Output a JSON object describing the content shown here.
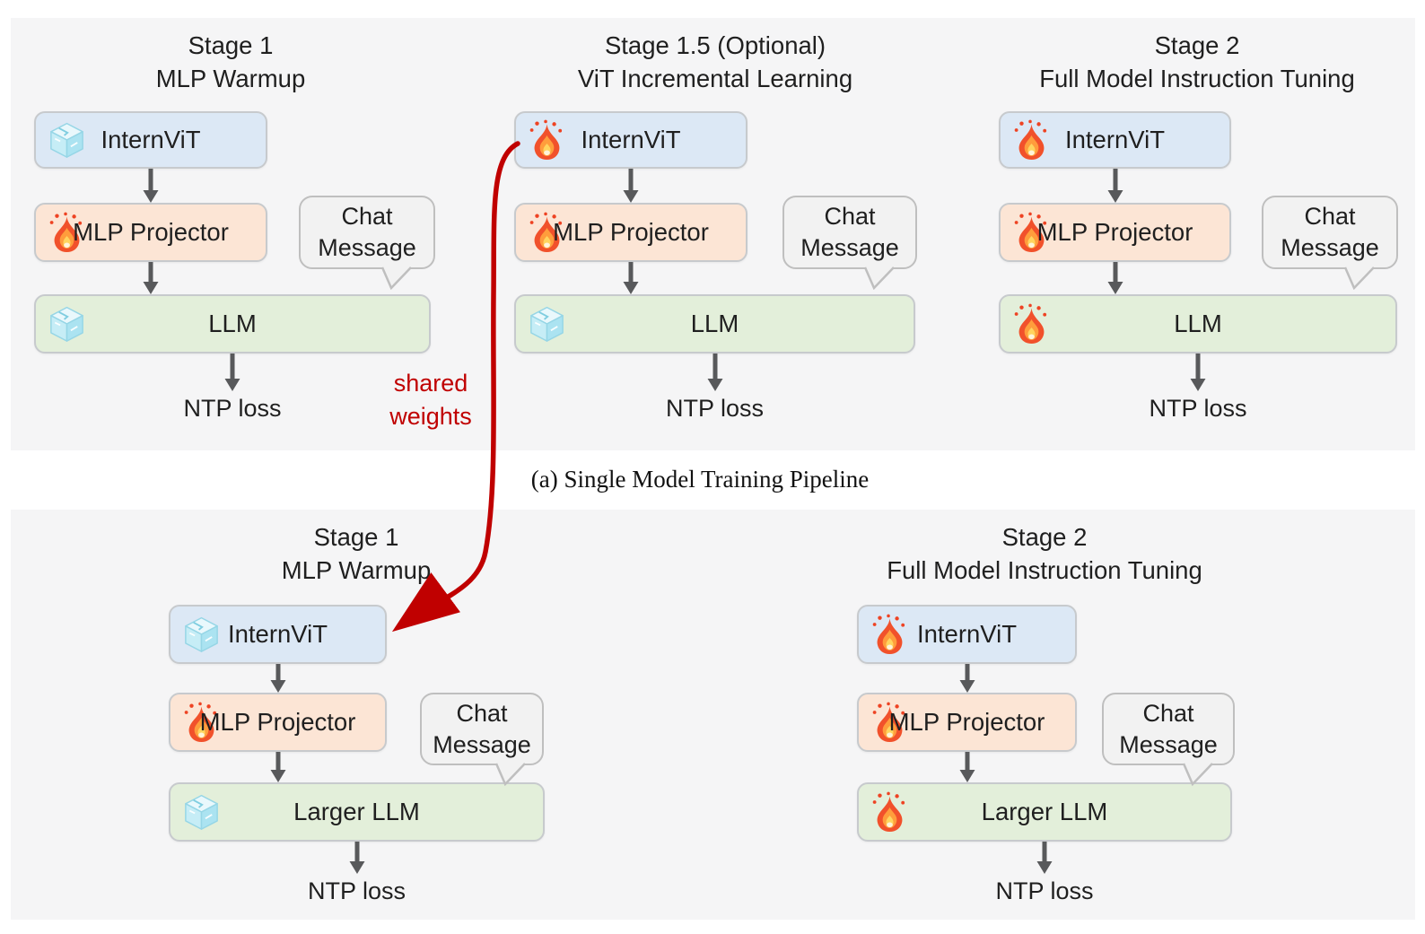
{
  "caption": "(a) Single Model Training Pipeline",
  "annotation": {
    "line1": "shared",
    "line2": "weights"
  },
  "labels": {
    "chat": [
      "Chat",
      "Message"
    ],
    "loss": "NTP loss"
  },
  "top_panel": {
    "columns": [
      {
        "title": [
          "Stage 1",
          "MLP Warmup"
        ],
        "blocks": [
          {
            "label": "InternViT",
            "state": "frozen",
            "fill": "blue"
          },
          {
            "label": "MLP Projector",
            "state": "trainable",
            "fill": "peach"
          },
          {
            "label": "LLM",
            "state": "frozen",
            "fill": "green"
          }
        ]
      },
      {
        "title": [
          "Stage 1.5 (Optional)",
          "ViT Incremental Learning"
        ],
        "blocks": [
          {
            "label": "InternViT",
            "state": "trainable",
            "fill": "blue"
          },
          {
            "label": "MLP Projector",
            "state": "trainable",
            "fill": "peach"
          },
          {
            "label": "LLM",
            "state": "frozen",
            "fill": "green"
          }
        ]
      },
      {
        "title": [
          "Stage 2",
          "Full Model Instruction Tuning"
        ],
        "blocks": [
          {
            "label": "InternViT",
            "state": "trainable",
            "fill": "blue"
          },
          {
            "label": "MLP Projector",
            "state": "trainable",
            "fill": "peach"
          },
          {
            "label": "LLM",
            "state": "trainable",
            "fill": "green"
          }
        ]
      }
    ]
  },
  "bottom_panel": {
    "columns": [
      {
        "title": [
          "Stage 1",
          "MLP Warmup"
        ],
        "blocks": [
          {
            "label": "InternViT",
            "state": "frozen",
            "fill": "blue"
          },
          {
            "label": "MLP Projector",
            "state": "trainable",
            "fill": "peach"
          },
          {
            "label": "Larger LLM",
            "state": "frozen",
            "fill": "green"
          }
        ]
      },
      {
        "title": [
          "Stage 2",
          "Full Model Instruction Tuning"
        ],
        "blocks": [
          {
            "label": "InternViT",
            "state": "trainable",
            "fill": "blue"
          },
          {
            "label": "MLP Projector",
            "state": "trainable",
            "fill": "peach"
          },
          {
            "label": "Larger LLM",
            "state": "trainable",
            "fill": "green"
          }
        ]
      }
    ]
  },
  "colors": {
    "blue": "#dce8f5",
    "peach": "#fce5d5",
    "green": "#e3efda",
    "chat_bubble": "#f2f2f2",
    "chat_border": "#bfbfbf",
    "panel_bg": "#f5f5f6",
    "box_border": "#c7cacd",
    "arrow": "#58595b",
    "accent_red": "#c00000",
    "text": "#1f1f1f"
  }
}
